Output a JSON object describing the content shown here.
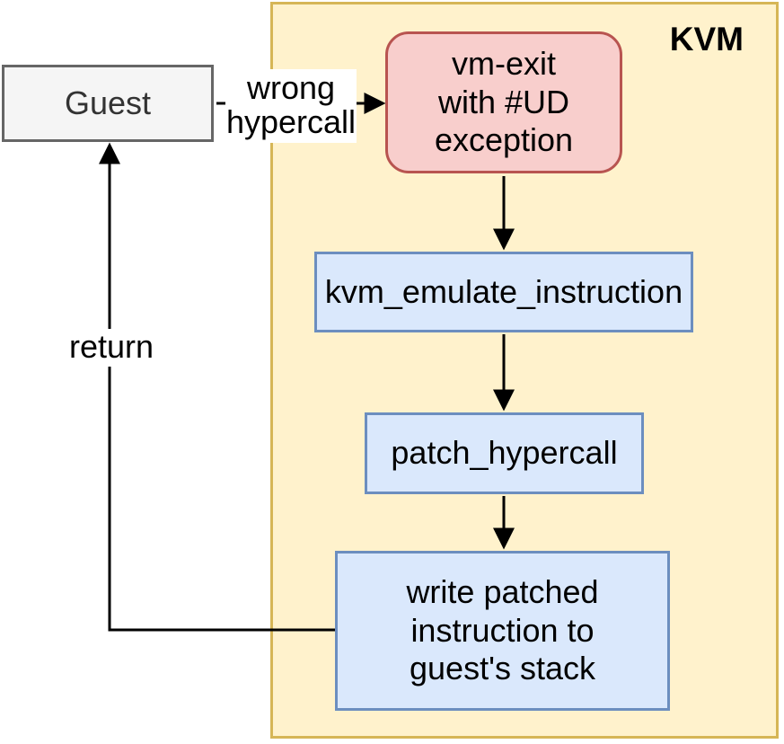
{
  "kvm_region": {
    "label": "KVM"
  },
  "nodes": {
    "guest": {
      "label": "Guest"
    },
    "vm_exit": {
      "label": "vm-exit\nwith #UD\nexception"
    },
    "kvm_emulate_instruction": {
      "label": "kvm_emulate_instruction"
    },
    "patch_hypercall": {
      "label": "patch_hypercall"
    },
    "write_patched_instruction": {
      "label": "write patched\ninstruction to\nguest's stack"
    }
  },
  "edges": [
    {
      "id": "wrong-hypercall",
      "from": "guest",
      "to": "vm_exit",
      "label": "wrong\nhypercall"
    },
    {
      "id": "vmexit-to-emulate",
      "from": "vm_exit",
      "to": "kvm_emulate_instruction",
      "label": ""
    },
    {
      "id": "emulate-to-patch",
      "from": "kvm_emulate_instruction",
      "to": "patch_hypercall",
      "label": ""
    },
    {
      "id": "patch-to-write",
      "from": "patch_hypercall",
      "to": "write_patched_instruction",
      "label": ""
    },
    {
      "id": "return",
      "from": "write_patched_instruction",
      "to": "guest",
      "label": "return"
    }
  ],
  "colors": {
    "background": "#ffffff",
    "kvm_fill": "#fff2cc",
    "kvm_border": "#d6b656",
    "exception_fill": "#f8cecc",
    "exception_border": "#b85450",
    "process_fill": "#dae8fc",
    "process_border": "#6c8ebf",
    "guest_fill": "#f5f5f5",
    "guest_border": "#666666",
    "guest_text": "#333333",
    "arrow": "#000000"
  }
}
